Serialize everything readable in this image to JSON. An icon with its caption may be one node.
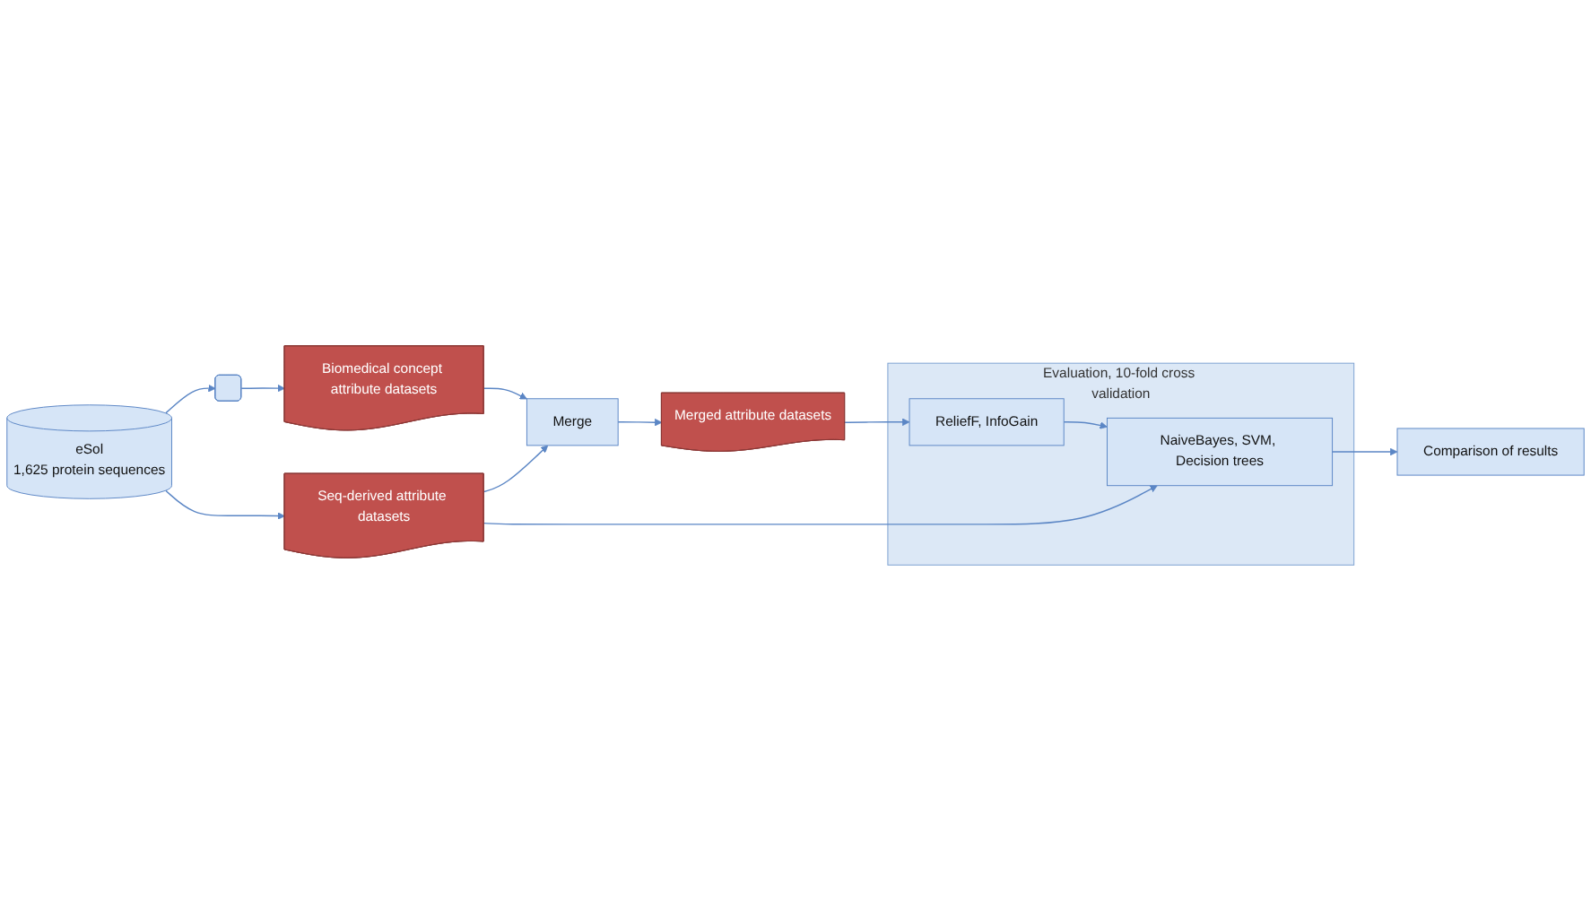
{
  "diagram": {
    "nodes": [
      {
        "text": [
          "eSol",
          "1,625 protein sequences"
        ]
      },
      {
        "text": [],
        "shape": "box"
      },
      {
        "text": [
          "Biomedical concept attribute datasets"
        ]
      },
      {
        "text": [
          "Seq-derived attribute datasets"
        ]
      },
      {
        "text": [
          "Merge"
        ]
      },
      {
        "text": [
          "Merged attribute datasets"
        ]
      },
      {
        "text": [
          "Evaluation, 10-fold cross validation"
        ]
      },
      {
        "text": [
          "NaiveBayes, SVM, Decision trees"
        ],
        "in": 6
      },
      {
        "text": [
          "ReliefF, InfoGain"
        ],
        "in": 6
      },
      {
        "text": [
          "Comparison of results"
        ]
      }
    ],
    "edges": [
      {
        "from": 0,
        "to": 1,
        "arrow": "to"
      },
      {
        "from": 1,
        "to": 2,
        "arrow": "to"
      },
      {
        "from": 0,
        "to": 3,
        "arrow": "to"
      },
      {
        "from": 2,
        "to": 4,
        "arrow": "to"
      },
      {
        "from": 3,
        "to": 4,
        "arrow": "to"
      },
      {
        "from": 4,
        "to": 5,
        "arrow": "to"
      },
      {
        "from": 3,
        "to": 7,
        "arrow": "to"
      },
      {
        "from": 5,
        "to": 8,
        "arrow": "to"
      },
      {
        "from": 8,
        "to": 7,
        "arrow": "to"
      },
      {
        "from": 7,
        "to": 9,
        "arrow": "to"
      }
    ]
  }
}
